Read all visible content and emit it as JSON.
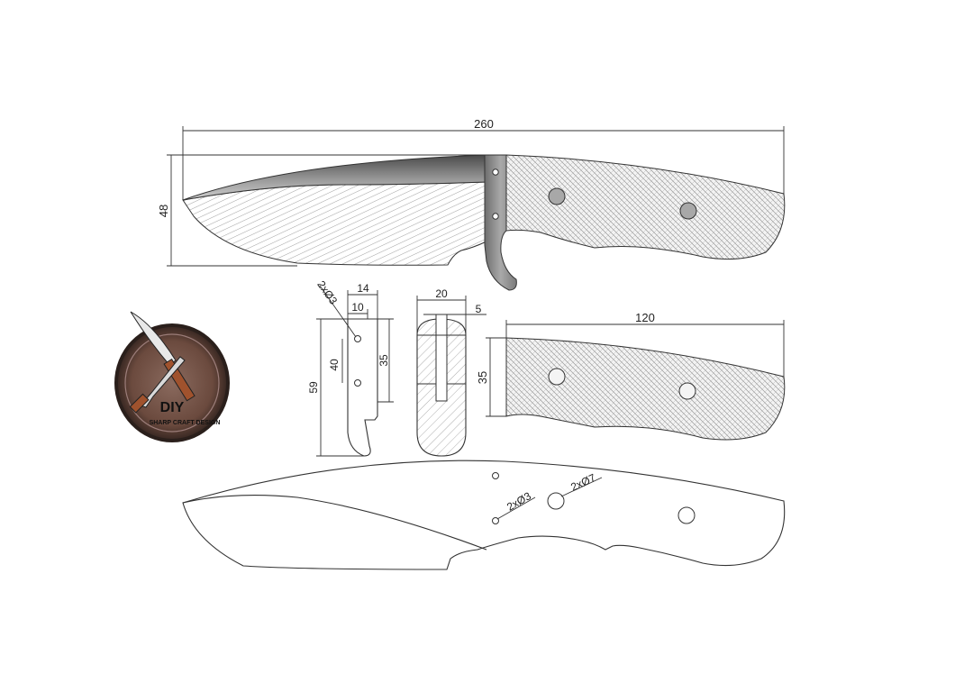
{
  "dimensions": {
    "overall_length": "260",
    "blade_height": "48",
    "guard_width": "14",
    "guard_hole_offset": "10",
    "guard_holes": "2xØ3",
    "guard_height": "59",
    "guard_hole_spacing": "40",
    "guard_body_height": "35",
    "guard_top_width": "20",
    "guard_slot_width": "5",
    "handle_length": "120",
    "handle_height": "35",
    "tang_small_holes": "2xØ3",
    "tang_large_holes": "2xØ7"
  },
  "logo": {
    "line1": "DIY",
    "line2": "SHARP CRAFT DESIGN"
  },
  "colors": {
    "line": "#333333",
    "guard_fill": "#8c8c8c",
    "handle_fill": "#f4f4f4",
    "pin_fill": "#a8a8a8",
    "logo_bg": "#6b4a3e",
    "logo_wood": "#a0522d"
  }
}
